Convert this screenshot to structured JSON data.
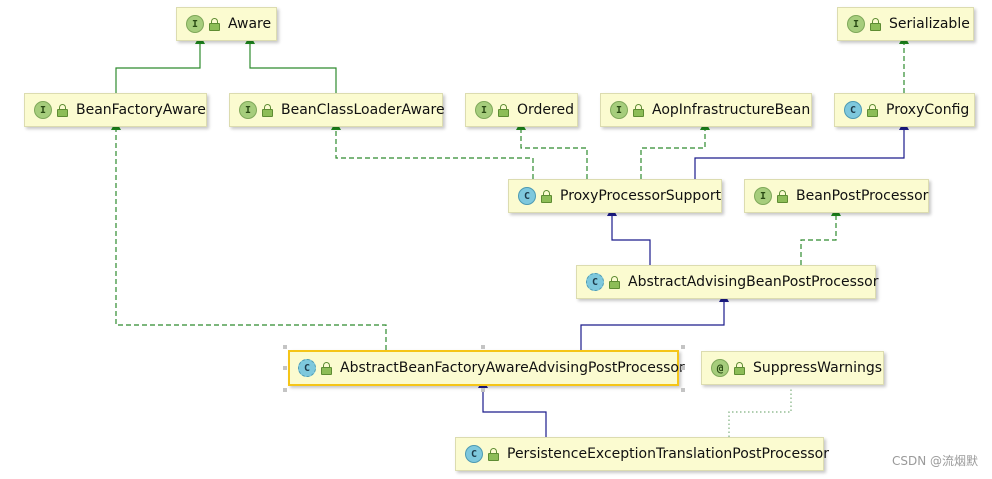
{
  "nodes": {
    "aware": {
      "badge": "I",
      "label": "Aware"
    },
    "serializable": {
      "badge": "I",
      "label": "Serializable"
    },
    "beanFactoryAware": {
      "badge": "I",
      "label": "BeanFactoryAware"
    },
    "beanClassLoaderAware": {
      "badge": "I",
      "label": "BeanClassLoaderAware"
    },
    "ordered": {
      "badge": "I",
      "label": "Ordered"
    },
    "aopInfrastructureBean": {
      "badge": "I",
      "label": "AopInfrastructureBean"
    },
    "proxyConfig": {
      "badge": "C",
      "label": "ProxyConfig"
    },
    "proxyProcessorSupport": {
      "badge": "C",
      "label": "ProxyProcessorSupport"
    },
    "beanPostProcessor": {
      "badge": "I",
      "label": "BeanPostProcessor"
    },
    "abstractAdvisingBeanPostProcessor": {
      "badge": "C",
      "label": "AbstractAdvisingBeanPostProcessor"
    },
    "abstractBeanFactoryAwareAdvisingPostProcessor": {
      "badge": "C",
      "label": "AbstractBeanFactoryAwareAdvisingPostProcessor"
    },
    "suppressWarnings": {
      "badge": "@",
      "label": "SuppressWarnings"
    },
    "persistenceExceptionTranslationPostProcessor": {
      "badge": "C",
      "label": "PersistenceExceptionTranslationPostProcessor"
    }
  },
  "watermark": "CSDN @流烟默",
  "colors": {
    "implements": "#2e8b2e",
    "extends": "#1c1c8c",
    "annotation": "#7fb07f",
    "selected": "#f5c518",
    "node_fill": "#fbfbd0"
  }
}
